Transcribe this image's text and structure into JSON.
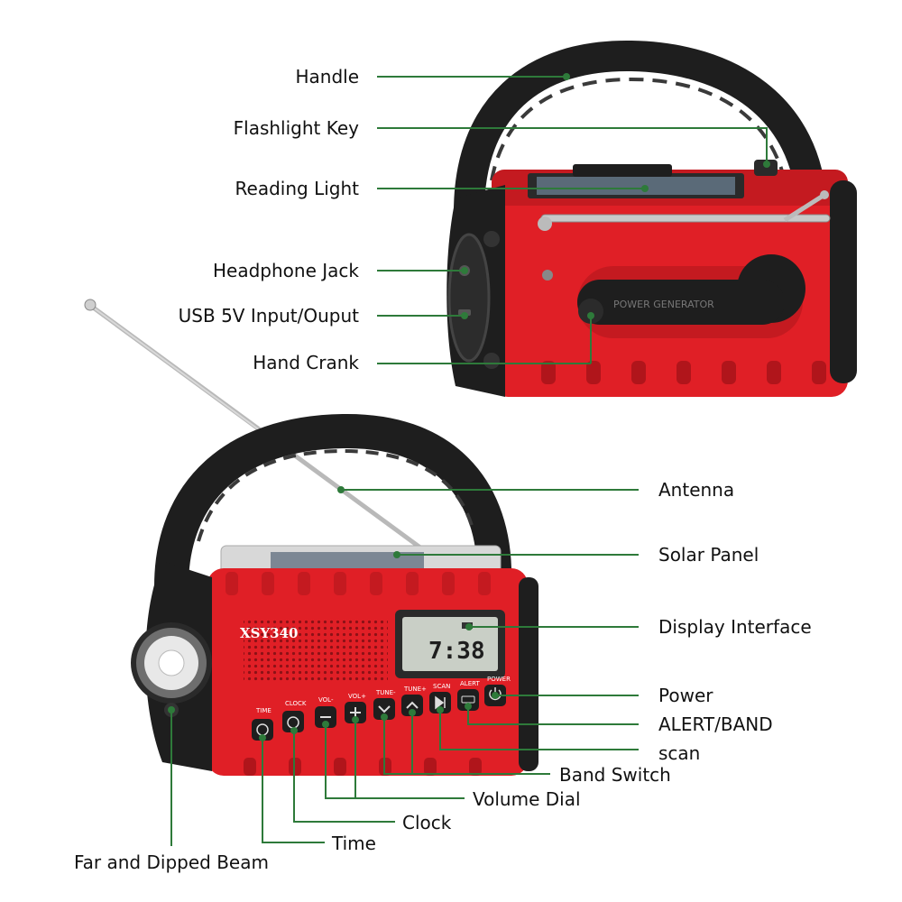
{
  "colors": {
    "body_red": "#e01f26",
    "body_red_dark": "#b0151b",
    "rubber": "#1e1e1e",
    "leader_green": "#2e7a3a",
    "lcd": "#c9cfc6"
  },
  "device": {
    "model": "XSY340",
    "display_time": "7:38",
    "crank_text": "POWER GENERATOR",
    "buttons": [
      {
        "label": "TIME",
        "icon": "clock-icon"
      },
      {
        "label": "CLOCK",
        "icon": "alarm-clock-icon"
      },
      {
        "label": "VOL-",
        "icon": "minus-icon"
      },
      {
        "label": "VOL+",
        "icon": "plus-icon"
      },
      {
        "label": "TUNE-",
        "icon": "chevron-down-icon"
      },
      {
        "label": "TUNE+",
        "icon": "chevron-up-icon"
      },
      {
        "label": "SCAN",
        "icon": "skip-icon"
      },
      {
        "label": "ALERT",
        "icon": "band-icon"
      },
      {
        "label": "POWER",
        "icon": "power-icon"
      }
    ]
  },
  "labels": {
    "handle": "Handle",
    "flashlight_key": "Flashlight Key",
    "reading_light": "Reading Light",
    "headphone_jack": "Headphone Jack",
    "usb": "USB 5V Input/Ouput",
    "hand_crank": "Hand Crank",
    "antenna": "Antenna",
    "solar_panel": "Solar Panel",
    "display_interface": "Display Interface",
    "power": "Power",
    "alert_band": "ALERT/BAND",
    "scan": "scan",
    "band_switch": "Band Switch",
    "volume_dial": "Volume Dial",
    "clock": "Clock",
    "time": "Time",
    "far_dipped_beam": "Far and Dipped Beam"
  }
}
